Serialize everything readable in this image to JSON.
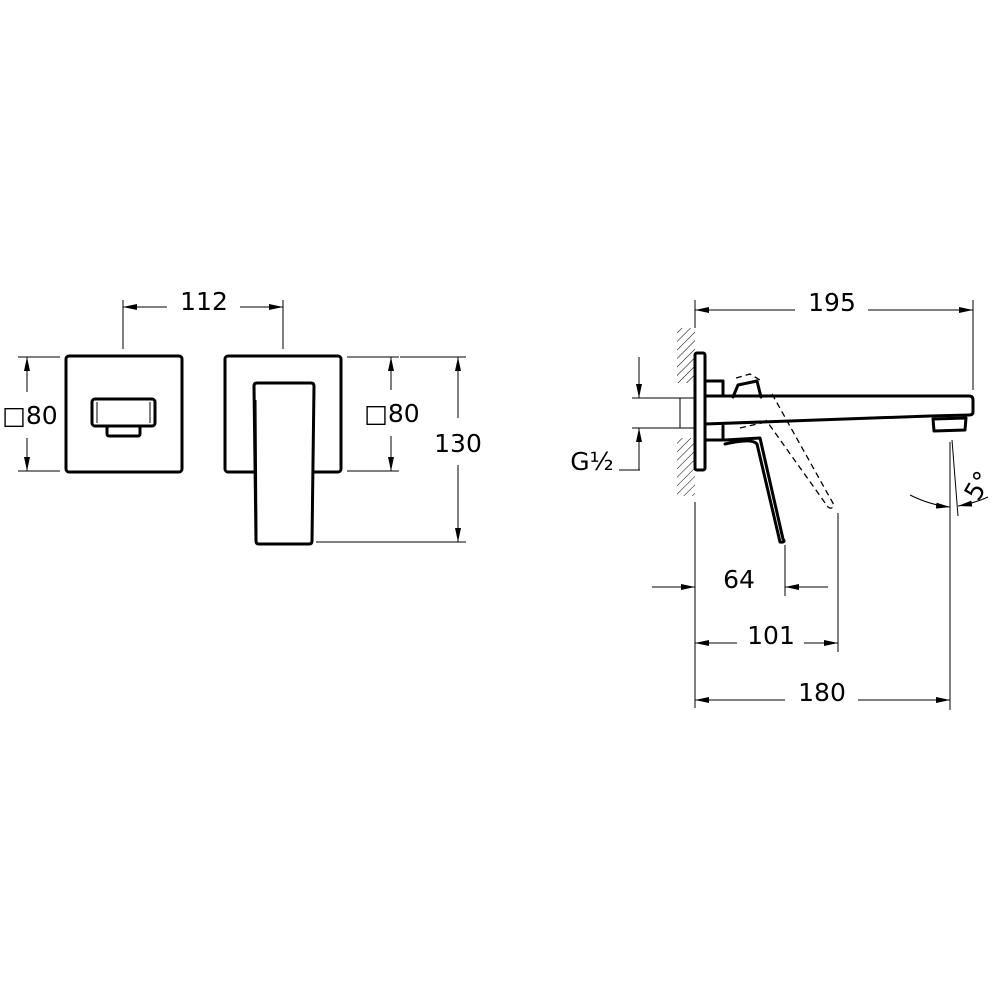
{
  "dimensions": {
    "center_distance": "112",
    "left_plate_size": "□80",
    "right_plate_size": "□80",
    "total_height": "130",
    "spout_length": "195",
    "thread": "G½",
    "angle": "5°",
    "lever_offset": "64",
    "lever_reach": "101",
    "spout_projection": "180"
  }
}
